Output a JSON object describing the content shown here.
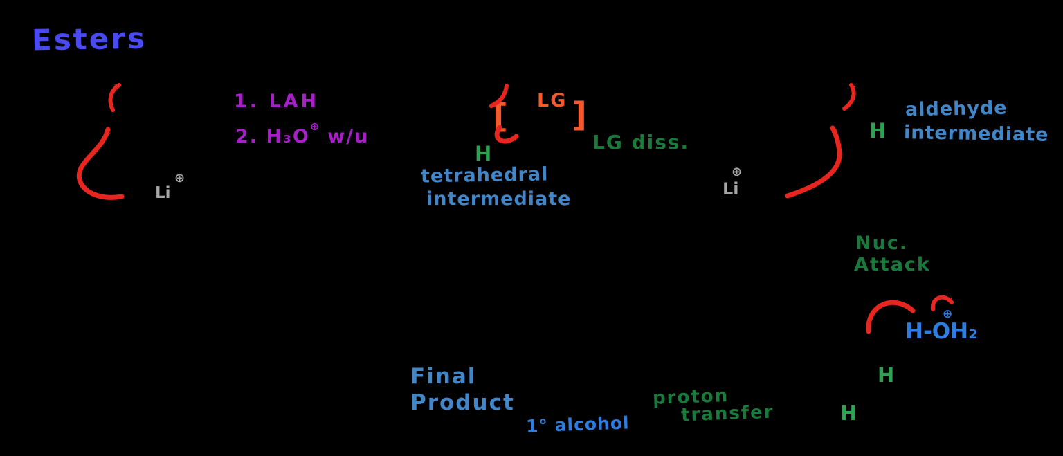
{
  "colors": {
    "background": "#000000",
    "title_blue": "#4a4af2",
    "purple": "#a71fc8",
    "red": "#e7261f",
    "orange": "#f4582c",
    "green_bright": "#2fa153",
    "green_dark": "#1a7a3c",
    "label_blue": "#4286c7",
    "bright_blue": "#2e7ee2",
    "gray": "#a6a6a6"
  },
  "title": "Esters",
  "reagents": {
    "step1": "1. LAH",
    "step2_base": "2. H₃O",
    "step2_charge": "⊕",
    "step2_suffix": "w/u"
  },
  "ester_stage": {
    "counterion": "Li",
    "counterion_charge": "⊕"
  },
  "tetrahedral_stage": {
    "bracket_open": "[",
    "bracket_close": "]",
    "leaving_group": "LG",
    "hydride": "H",
    "caption1": "tetrahedral",
    "caption2": "intermediate",
    "step_label": "LG diss."
  },
  "aldehyde_stage": {
    "counterion": "Li",
    "counterion_charge": "⊕",
    "hydride": "H",
    "caption1": "aldehyde",
    "caption2": "intermediate",
    "step_label1": "Nuc.",
    "step_label2": "Attack"
  },
  "workup_stage": {
    "hydronium": "H-OH₂",
    "hydronium_charge": "⊕",
    "h_upper": "H",
    "h_lower": "H",
    "step_label1": "proton",
    "step_label2": "transfer"
  },
  "product_stage": {
    "caption1": "Final",
    "caption2": "Product",
    "label": "1° alcohol"
  }
}
